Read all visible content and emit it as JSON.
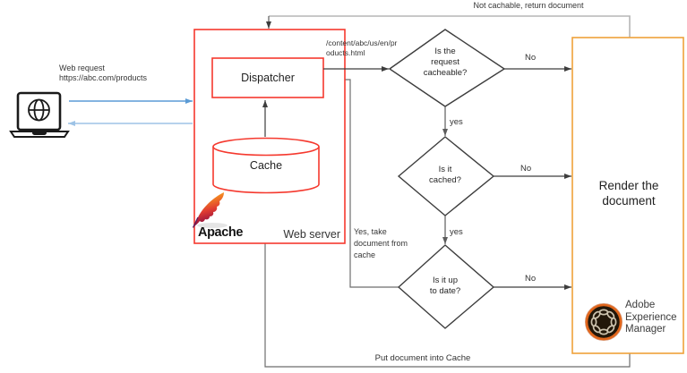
{
  "colors": {
    "box_red": "#f5392e",
    "box_orange": "#efa13a",
    "arrow_blue": "#5b9bd5",
    "arrow_light_blue": "#9dc3e6",
    "line_black": "#3d3d3d",
    "line_gray": "#6e6e6e",
    "line_light_gray": "#b5b5b5",
    "aem_ring_orange": "#e1661c"
  },
  "icons": {
    "client": "laptop-globe-icon",
    "apache": "apache-feather-icon",
    "aem": "aem-logo-icon"
  },
  "client": {
    "request_text": "Web request\nhttps://abc.com/products"
  },
  "web_server": {
    "label": "Web server",
    "dispatcher_label": "Dispatcher",
    "cache_label": "Cache",
    "apache_label": "Apache"
  },
  "flow": {
    "url_label": "/content/abc/us/en/pr\noducts.html",
    "not_cachable_label": "Not cachable, return document",
    "put_document_label": "Put document into Cache",
    "yes_take_label": "Yes, take\ndocument from\ncache",
    "decisions": [
      {
        "question": "Is the\nrequest\ncacheable?",
        "no": "No",
        "yes": "yes"
      },
      {
        "question": "Is it\ncached?",
        "no": "No",
        "yes": "yes"
      },
      {
        "question": "Is it up\nto date?",
        "no": "No"
      }
    ]
  },
  "renderer": {
    "label": "Render the\ndocument",
    "aem_text": "Adobe\nExperience\nManager"
  }
}
